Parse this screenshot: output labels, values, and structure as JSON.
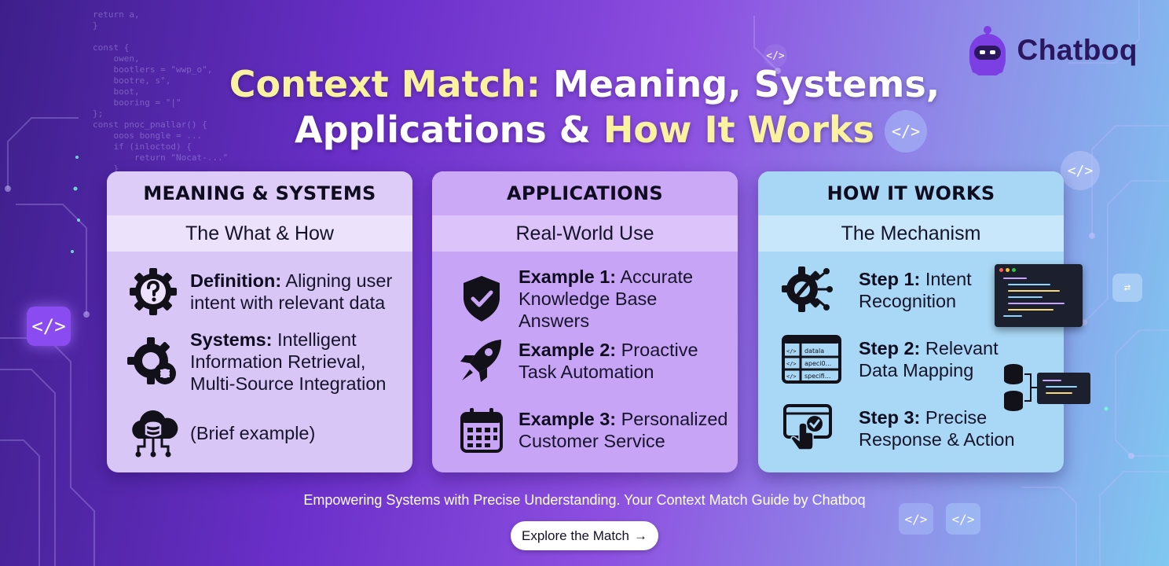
{
  "brand": {
    "name": "Chatboq"
  },
  "title": {
    "line1_highlight": "Context Match:",
    "line1_rest": " Meaning, Systems,",
    "line2_rest": "Applications & ",
    "line2_highlight": "How It Works"
  },
  "cards": [
    {
      "header": "MEANING & SYSTEMS",
      "subheader": "The What & How",
      "items": [
        {
          "icon": "question-gear-icon",
          "label": "Definition:",
          "text": " Aligning user intent with relevant data"
        },
        {
          "icon": "gear-network-icon",
          "label": "Systems:",
          "text": " Intelligent Information Retrieval, Multi-Source Integration"
        },
        {
          "icon": "cloud-database-icon",
          "label": "",
          "text": "(Brief example)"
        }
      ]
    },
    {
      "header": "APPLICATIONS",
      "subheader": "Real-World Use",
      "items": [
        {
          "icon": "shield-check-icon",
          "label": "Example 1:",
          "text": " Accurate Knowledge Base Answers"
        },
        {
          "icon": "rocket-icon",
          "label": "Example 2:",
          "text": " Proactive Task Automation"
        },
        {
          "icon": "calendar-icon",
          "label": "Example 3:",
          "text": " Personalized Customer Service"
        }
      ]
    },
    {
      "header": "HOW IT WORKS",
      "subheader": "The Mechanism",
      "items": [
        {
          "icon": "gear-wrench-network-icon",
          "label": "Step 1:",
          "text": " Intent Recognition"
        },
        {
          "icon": "data-table-icon",
          "label": "Step 2:",
          "text": " Relevant Data Mapping"
        },
        {
          "icon": "browser-click-icon",
          "label": "Step 3:",
          "text": " Precise Response & Action"
        }
      ]
    }
  ],
  "mini_table": [
    "datala",
    "apeci0...",
    "specifi..."
  ],
  "footer": {
    "tagline": "Empowering Systems with Precise Understanding. Your Context Match Guide by Chatboq",
    "cta_label": "Explore the Match",
    "cta_arrow": "→"
  },
  "decor": {
    "code_glyph": "</>",
    "colors": {
      "accent_purple": "#8a4cf0",
      "title_highlight": "#fbf2a0",
      "brand_text": "#2a1760"
    }
  }
}
